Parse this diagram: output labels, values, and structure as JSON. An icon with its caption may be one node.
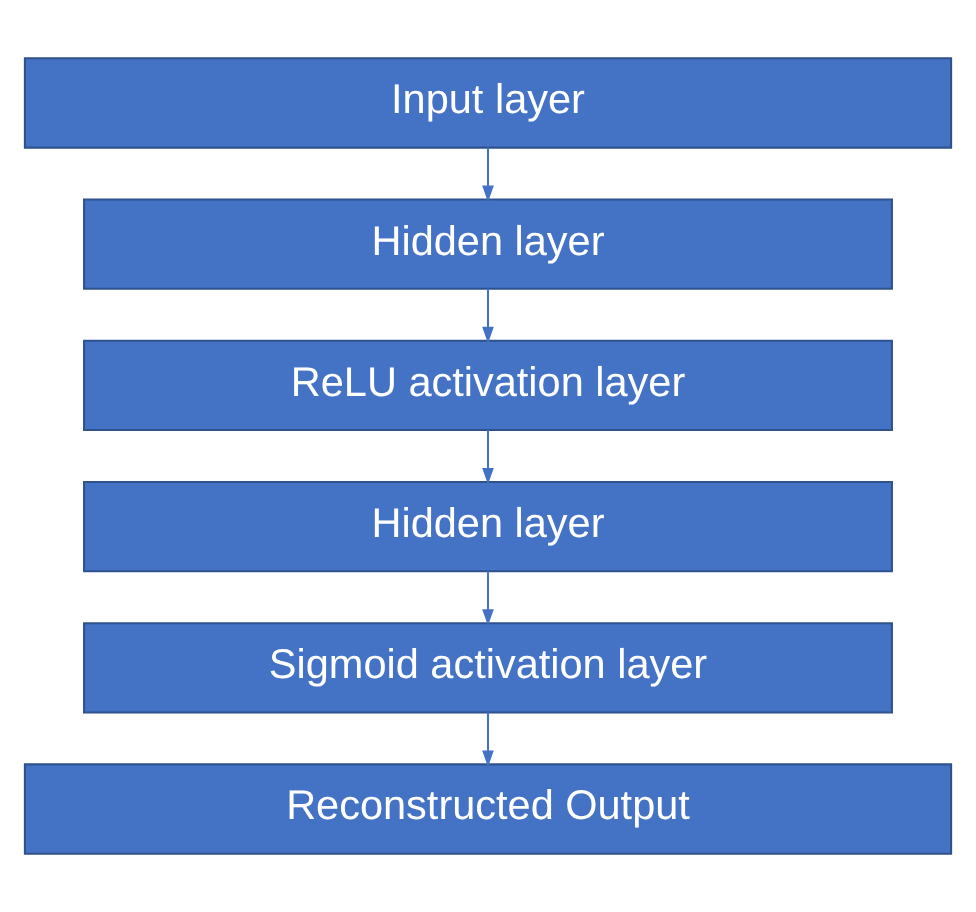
{
  "diagram": {
    "nodes": [
      {
        "text": [
          "Input layer"
        ]
      },
      {
        "text": [
          "Hidden layer"
        ]
      },
      {
        "text": [
          "ReLU activation layer"
        ]
      },
      {
        "text": [
          "Hidden layer"
        ]
      },
      {
        "text": [
          "Sigmoid activation layer"
        ]
      },
      {
        "text": [
          "Reconstructed Output"
        ]
      }
    ],
    "edges": [
      {
        "from": 0,
        "to": 1,
        "arrow": "to"
      },
      {
        "from": 1,
        "to": 2,
        "arrow": "to"
      },
      {
        "from": 2,
        "to": 3,
        "arrow": "to"
      },
      {
        "from": 3,
        "to": 4,
        "arrow": "to"
      },
      {
        "from": 4,
        "to": 5,
        "arrow": "to"
      }
    ]
  }
}
